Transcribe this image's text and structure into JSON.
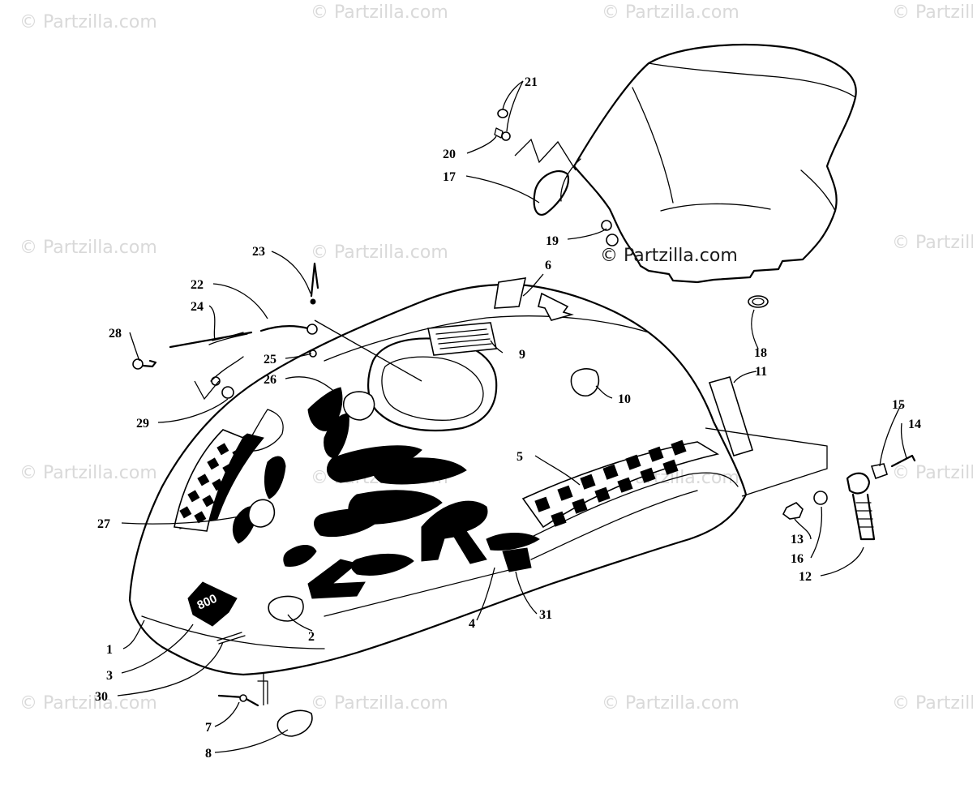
{
  "watermark": {
    "text": "© Partzilla.com",
    "center_text": "© Partzilla.com"
  },
  "badge": {
    "text": "800"
  },
  "callouts": [
    {
      "id": "1",
      "label": "1"
    },
    {
      "id": "2",
      "label": "2"
    },
    {
      "id": "3",
      "label": "3"
    },
    {
      "id": "4",
      "label": "4"
    },
    {
      "id": "5",
      "label": "5"
    },
    {
      "id": "6",
      "label": "6"
    },
    {
      "id": "7",
      "label": "7"
    },
    {
      "id": "8",
      "label": "8"
    },
    {
      "id": "9",
      "label": "9"
    },
    {
      "id": "10",
      "label": "10"
    },
    {
      "id": "11",
      "label": "11"
    },
    {
      "id": "12",
      "label": "12"
    },
    {
      "id": "13",
      "label": "13"
    },
    {
      "id": "14",
      "label": "14"
    },
    {
      "id": "15",
      "label": "15"
    },
    {
      "id": "16",
      "label": "16"
    },
    {
      "id": "17",
      "label": "17"
    },
    {
      "id": "18",
      "label": "18"
    },
    {
      "id": "19",
      "label": "19"
    },
    {
      "id": "20",
      "label": "20"
    },
    {
      "id": "21",
      "label": "21"
    },
    {
      "id": "22",
      "label": "22"
    },
    {
      "id": "23",
      "label": "23"
    },
    {
      "id": "24",
      "label": "24"
    },
    {
      "id": "25",
      "label": "25"
    },
    {
      "id": "26",
      "label": "26"
    },
    {
      "id": "27",
      "label": "27"
    },
    {
      "id": "28",
      "label": "28"
    },
    {
      "id": "29",
      "label": "29"
    },
    {
      "id": "30",
      "label": "30"
    },
    {
      "id": "31",
      "label": "31"
    }
  ],
  "colors": {
    "ink": "#000000",
    "background": "#ffffff",
    "watermark": "#d9d9d9"
  }
}
